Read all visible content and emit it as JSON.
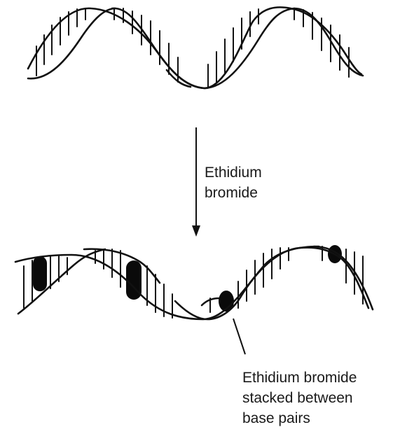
{
  "arrow_label": {
    "line1": "Ethidium",
    "line2": "bromide"
  },
  "callout_label": {
    "line1": "Ethidium bromide",
    "line2": "stacked between",
    "line3": "base pairs"
  },
  "colors": {
    "ink": "#111111",
    "intercalator": "#0a0a0a",
    "background": "#ffffff"
  }
}
